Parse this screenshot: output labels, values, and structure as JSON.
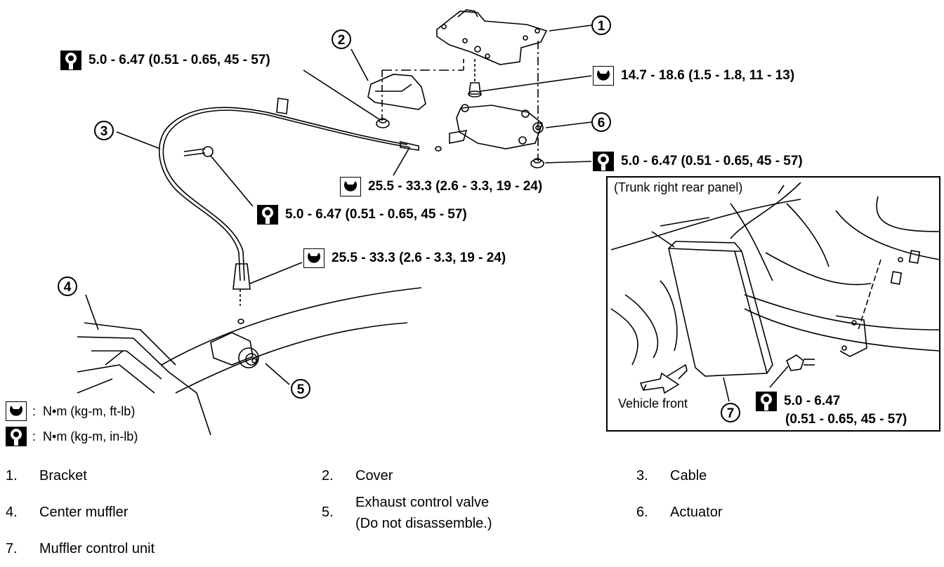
{
  "callouts": [
    "1",
    "2",
    "3",
    "4",
    "5",
    "6",
    "7"
  ],
  "torques": {
    "t_cover_nut": "5.0 - 6.47 (0.51 - 0.65, 45 - 57)",
    "t_bracket_bolt": "14.7 - 18.6 (1.5 - 1.8, 11 - 13)",
    "t_actuator_nut": "5.0 - 6.47 (0.51 - 0.65, 45 - 57)",
    "t_cable_end": "25.5 - 33.3 (2.6 - 3.3, 19 - 24)",
    "t_cable_clip": "5.0 - 6.47 (0.51 - 0.65, 45 - 57)",
    "t_valve_cable": "25.5 - 33.3 (2.6 - 3.3, 19 - 24)",
    "t_unit_bolt_line1": "5.0 - 6.47",
    "t_unit_bolt_line2": "(0.51 - 0.65, 45 - 57)"
  },
  "inset": {
    "title": "(Trunk right rear panel)",
    "direction_label": "Vehicle front"
  },
  "legend": [
    {
      "icon": "torque-wrench-icon-ftlb",
      "text": "N•m  (kg-m,  ft-lb)"
    },
    {
      "icon": "torque-wrench-icon-inlb",
      "text": "N•m  (kg-m,  in-lb)"
    }
  ],
  "legend_colon": ":",
  "parts": [
    {
      "num": "1.",
      "label": "Bracket"
    },
    {
      "num": "2.",
      "label": "Cover"
    },
    {
      "num": "3.",
      "label": "Cable"
    },
    {
      "num": "4.",
      "label": "Center muffler"
    },
    {
      "num": "5.",
      "label": "Exhaust control valve",
      "label2": "(Do not disassemble.)"
    },
    {
      "num": "6.",
      "label": "Actuator"
    },
    {
      "num": "7.",
      "label": "Muffler control unit"
    }
  ]
}
